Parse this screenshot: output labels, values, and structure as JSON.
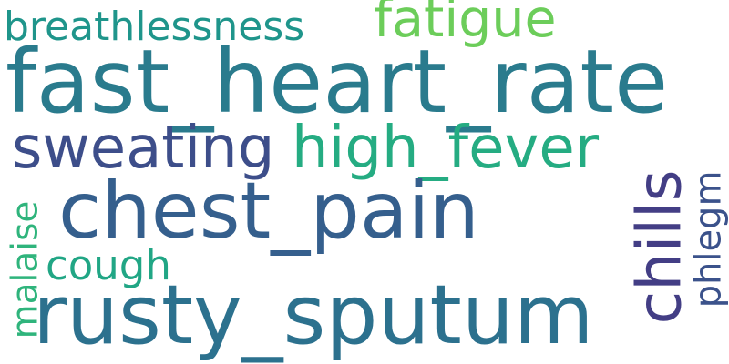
{
  "word_cloud": {
    "words": {
      "fast_heart_rate": {
        "text": "fast_heart_rate",
        "color": "#2a7b8d"
      },
      "rusty_sputum": {
        "text": "rusty_sputum",
        "color": "#2c718e"
      },
      "chest_pain": {
        "text": "chest_pain",
        "color": "#355f8d"
      },
      "high_fever": {
        "text": "high_fever",
        "color": "#25ac82"
      },
      "sweating": {
        "text": "sweating",
        "color": "#3d4e8a"
      },
      "fatigue": {
        "text": "fatigue",
        "color": "#6ccd5a"
      },
      "breathlessness": {
        "text": "breathlessness",
        "color": "#1f958b"
      },
      "cough": {
        "text": "cough",
        "color": "#21a685"
      },
      "chills": {
        "text": "chills",
        "color": "#433e85"
      },
      "phlegm": {
        "text": "phlegm",
        "color": "#3b528b"
      },
      "malaise": {
        "text": "malaise",
        "color": "#2fb47c"
      }
    }
  }
}
